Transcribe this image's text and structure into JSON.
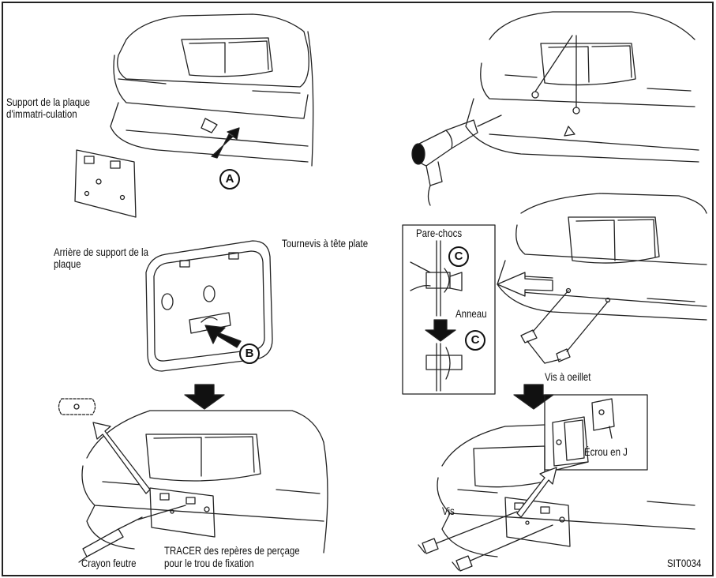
{
  "figure_id": "SIT0034",
  "labels": {
    "support_plaque": "Support de la plaque d'immatri-culation",
    "arriere_support": "Arrière de support de la plaque",
    "tournevis": "Tournevis à tête plate",
    "pare_chocs": "Pare-chocs",
    "anneau": "Anneau",
    "vis_oeillet": "Vis à oeillet",
    "ecrou_j": "Écrou en J",
    "vis": "Vis",
    "crayon": "Crayon feutre",
    "tracer_line1": "TRACER des repères de perçage",
    "tracer_line2": "pour le trou de fixation"
  },
  "callouts": {
    "a": "A",
    "b": "B",
    "c1": "C",
    "c2": "C"
  }
}
